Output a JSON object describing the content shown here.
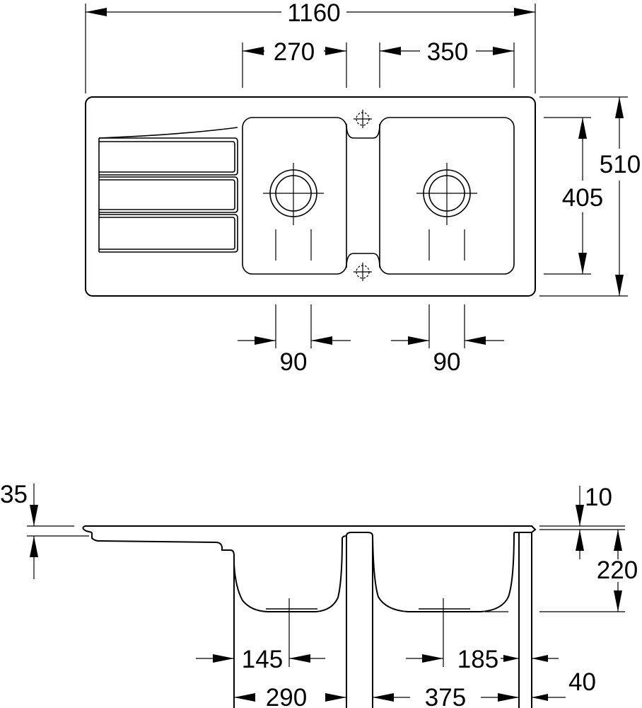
{
  "top_view": {
    "overall_width": "1160",
    "left_bowl_width": "270",
    "right_bowl_width": "350",
    "overall_depth": "510",
    "bowl_depth": "405",
    "left_drain_spacing": "90",
    "right_drain_spacing": "90"
  },
  "side_view": {
    "rim_height": "35",
    "lip_thickness": "10",
    "bowl_height": "220",
    "left_drain_offset": "145",
    "right_drain_offset": "185",
    "right_edge_offset": "40",
    "left_bowl_bottom_width": "290",
    "right_bowl_bottom_width": "375"
  }
}
